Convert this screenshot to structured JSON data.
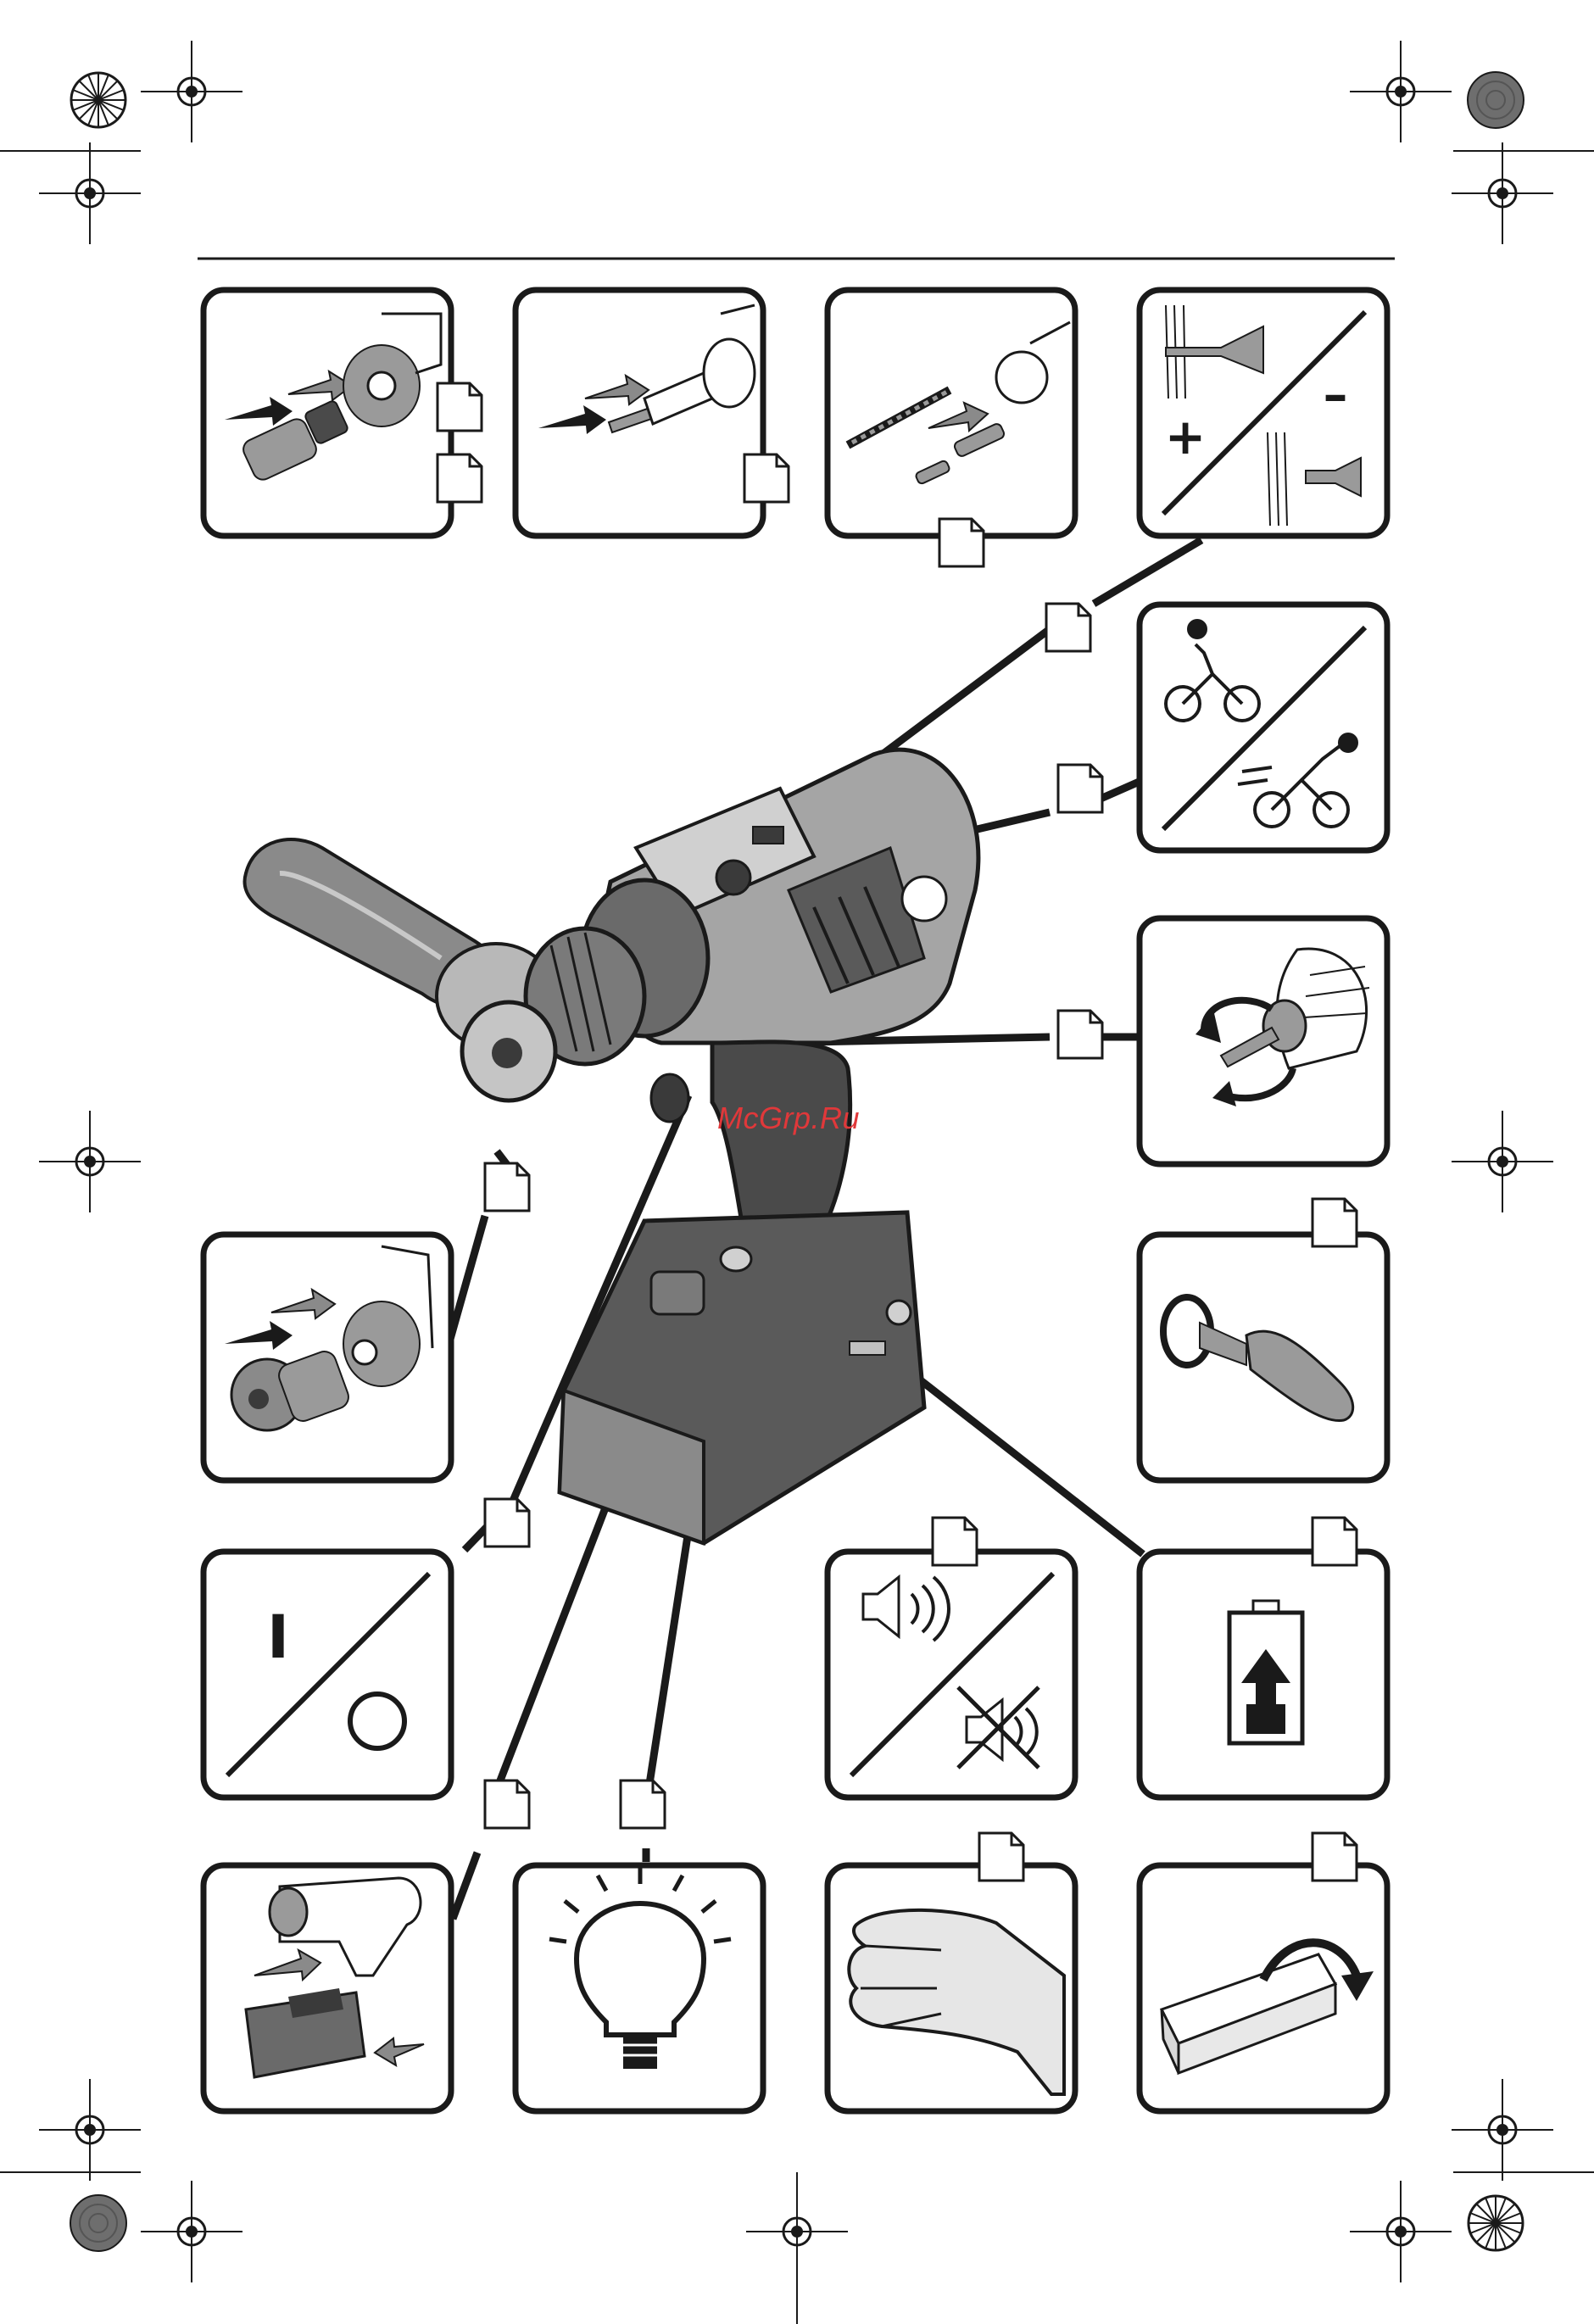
{
  "watermark": {
    "text": "McGrp.Ru"
  },
  "icons": [
    "tool-holder-change",
    "bit-insert",
    "drill-bit-insert",
    "direction-switch-plus-minus",
    "gear-selector-slow-fast",
    "screwdriving-torque",
    "auxiliary-handle",
    "chuck-change",
    "on-off-switch",
    "sound-on-off",
    "battery-charge",
    "battery-insert",
    "work-light",
    "hand-grip",
    "packaging"
  ],
  "panel_symbols": {
    "plus": "+",
    "minus": "–",
    "on": "I",
    "off": "O"
  },
  "colors": {
    "ink": "#1a1a1a",
    "watermark": "#e0383a",
    "gray": "#9a9a9a"
  }
}
